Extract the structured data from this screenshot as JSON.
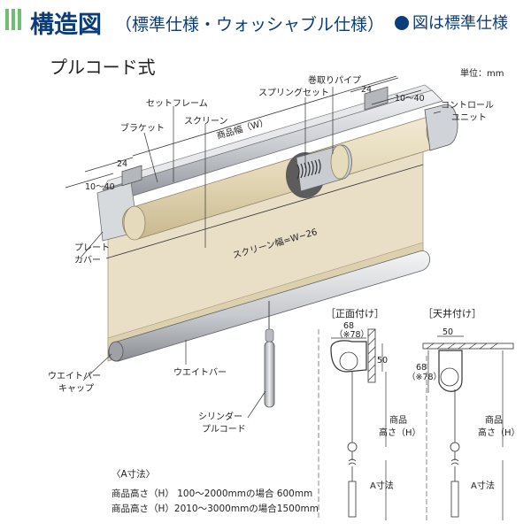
{
  "header": {
    "title": "構造図",
    "subtitle": "（標準仕様・ウォッシャブル仕様）",
    "standard_note": "図は標準仕様"
  },
  "diagram": {
    "main_label": "プルコード式",
    "unit": "単位：mm",
    "labels": {
      "set_frame": "セットフレーム",
      "bracket": "ブラケット",
      "screen": "スクリーン",
      "product_width": "商品幅（W）",
      "spring_set": "スプリングセット",
      "take_up_pipe": "巻取りパイプ",
      "control_unit_1": "コントロール",
      "control_unit_2": "ユニット",
      "dim_24_left": "24",
      "dim_10_40_left": "10～40",
      "dim_24_right": "24",
      "dim_10_40_right": "10～40",
      "plate_cover_1": "プレート",
      "plate_cover_2": "カバー",
      "screen_width": "スクリーン幅=W−26",
      "weight_bar_cap_1": "ウエイトバー",
      "weight_bar_cap_2": "キャップ",
      "weight_bar": "ウエイトバー",
      "cylinder_pull_cord_1": "シリンダー",
      "cylinder_pull_cord_2": "プルコード"
    },
    "front_mount": {
      "title": "［正面付け］",
      "dim_68": "68",
      "dim_78": "（※78）",
      "dim_50": "50",
      "height_1": "商品",
      "height_2": "高さ（H）",
      "a_dim": "A寸法"
    },
    "ceiling_mount": {
      "title": "［天井付け］",
      "dim_50": "50",
      "dim_68": "68",
      "dim_78": "（※78）",
      "height_1": "商品",
      "height_2": "高さ（H）",
      "a_dim": "A寸法"
    },
    "notes": {
      "heading": "〈A寸法〉",
      "line1": "商品高さ（H） 100～2000mmの場合 600mm",
      "line2": "商品高さ（H）2010～3000mmの場合1500mm"
    }
  },
  "colors": {
    "title_blue": "#0b3d7a",
    "accent_green": "#6fbf73",
    "screen_beige": "#e8dcc0",
    "frame_gray": "#c8cbcf"
  }
}
